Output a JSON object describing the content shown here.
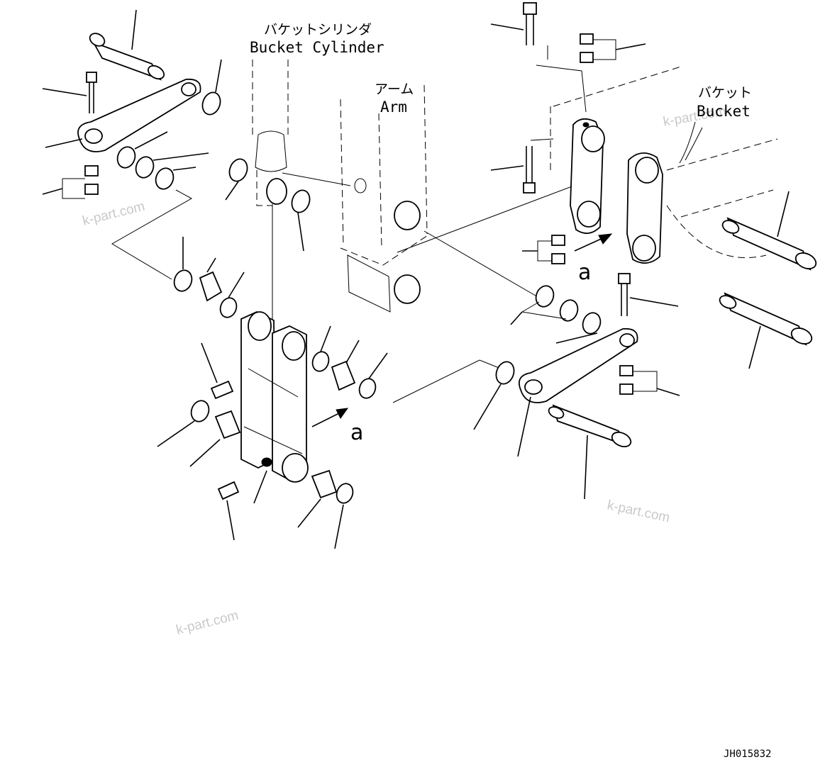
{
  "labels": {
    "bucket_cylinder_jp": "バケットシリンダ",
    "bucket_cylinder_en": "Bucket Cylinder",
    "arm_jp": "アーム",
    "arm_en": "Arm",
    "bucket_jp": "バケット",
    "bucket_en": "Bucket",
    "view_marker_left": "a",
    "view_marker_right": "a",
    "drawing_code": "JH015832"
  },
  "watermarks": [
    "k-part.com",
    "k-part.com",
    "k-part.com",
    "k-part.com"
  ]
}
